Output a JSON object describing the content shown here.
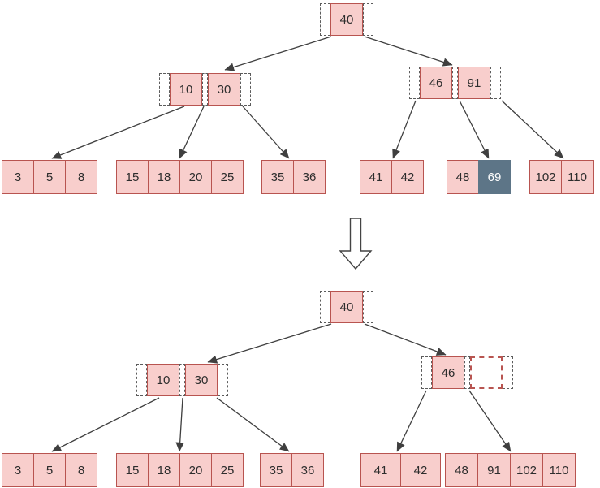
{
  "colors": {
    "node_fill": "#f8cecc",
    "node_border": "#b85450",
    "highlight_fill": "#5d7587",
    "highlight_text": "#ffffff",
    "empty_slot_border": "#5c5c5c",
    "removed_key_border": "#b85450",
    "edge": "#3f3f3f",
    "key_text": "#2d2d2d"
  },
  "before": {
    "root": [
      "40"
    ],
    "left_internal": [
      "10",
      "30"
    ],
    "right_internal": [
      "46",
      "91"
    ],
    "leaves": [
      [
        "3",
        "5",
        "8"
      ],
      [
        "15",
        "18",
        "20",
        "25"
      ],
      [
        "35",
        "36"
      ],
      [
        "41",
        "42"
      ],
      [
        "48",
        "69"
      ],
      [
        "102",
        "110"
      ]
    ],
    "highlighted_key": "69"
  },
  "after": {
    "root": [
      "40"
    ],
    "left_internal": [
      "10",
      "30"
    ],
    "right_internal": [
      "46"
    ],
    "leaves": [
      [
        "3",
        "5",
        "8"
      ],
      [
        "15",
        "18",
        "20",
        "25"
      ],
      [
        "35",
        "36"
      ],
      [
        "41",
        "42"
      ],
      [
        "48",
        "91",
        "102",
        "110"
      ]
    ]
  }
}
